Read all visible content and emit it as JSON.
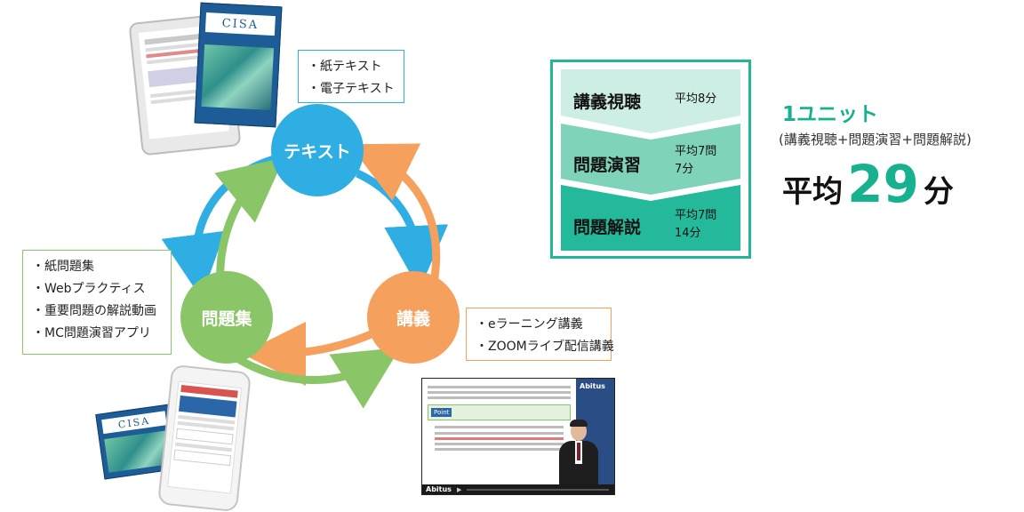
{
  "cycle": {
    "text_node": "テキスト",
    "lecture_node": "講義",
    "problems_node": "問題集"
  },
  "text_box": {
    "items": [
      "・紙テキスト",
      "・電子テキスト"
    ]
  },
  "problems_box": {
    "items": [
      "・紙問題集",
      "・Webプラクティス",
      "・重要問題の解説動画",
      "・MC問題演習アプリ"
    ]
  },
  "lecture_box": {
    "items": [
      "・eラーニング講義",
      "・ZOOMライブ配信講義"
    ]
  },
  "unit_panel": {
    "steps": [
      {
        "label": "講義視聴",
        "value": "平均8分"
      },
      {
        "label": "問題演習",
        "value_line1": "平均7問",
        "value_line2": "7分"
      },
      {
        "label": "問題解説",
        "value_line1": "平均7問",
        "value_line2": "14分"
      }
    ]
  },
  "summary": {
    "unit_title": "1ユニット",
    "unit_breakdown": "(講義視聴+問題演習+問題解説)",
    "avg_prefix": "平均",
    "avg_number": "29",
    "avg_suffix": "分"
  },
  "book_cover": {
    "title": "CISA"
  },
  "phone_book": {
    "title": "CISA"
  },
  "video": {
    "brand": "Abitus",
    "point_label": "Point"
  },
  "colors": {
    "blue": "#2eaee3",
    "orange": "#f6a05d",
    "green": "#8ac667",
    "teal": "#23b598",
    "chev1": "#cdeee4",
    "chev2": "#7fd3ba",
    "chev3": "#24b99b"
  }
}
